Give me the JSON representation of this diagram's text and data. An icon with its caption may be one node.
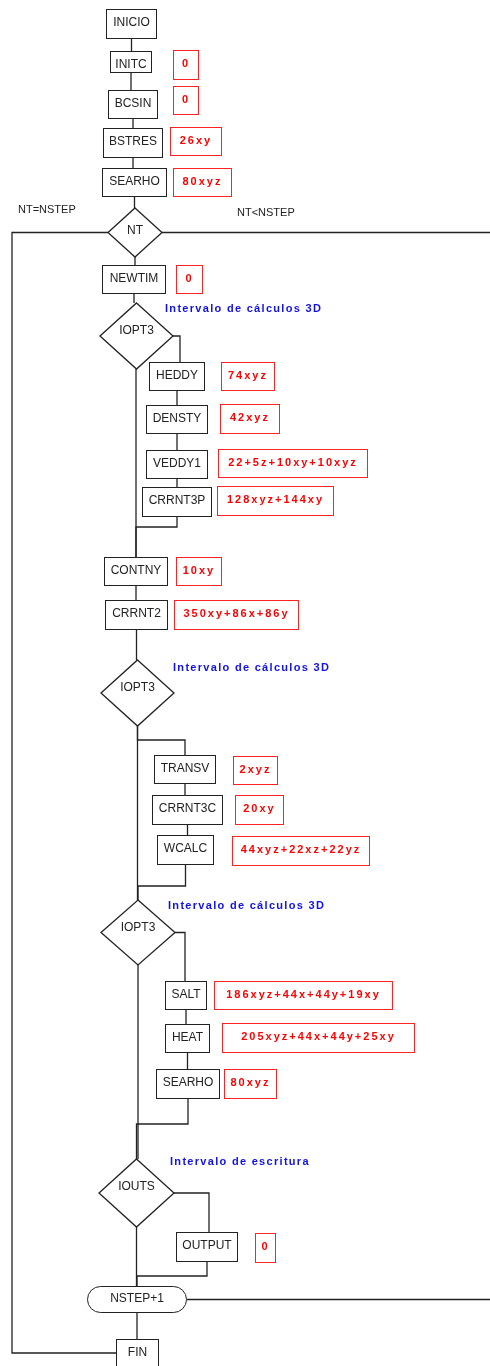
{
  "diagram": {
    "nodes": [
      {
        "text": [
          "INICIO"
        ]
      },
      {
        "text": [
          "INITC"
        ]
      },
      {
        "text": [
          "0"
        ]
      },
      {
        "text": [
          "BCSIN"
        ]
      },
      {
        "text": [
          "0"
        ]
      },
      {
        "text": [
          "BSTRES"
        ]
      },
      {
        "text": [
          "26xy"
        ]
      },
      {
        "text": [
          "SEARHO"
        ]
      },
      {
        "text": [
          "80xyz"
        ]
      },
      {
        "text": [
          "NT"
        ]
      },
      {
        "text": [
          "NEWTIM"
        ]
      },
      {
        "text": [
          "0"
        ]
      },
      {
        "text": [
          "IOPT3"
        ],
        "beside": [
          "Intervalo de cálculos 3D"
        ]
      },
      {
        "text": [
          "HEDDY"
        ]
      },
      {
        "text": [
          "74xyz"
        ]
      },
      {
        "text": [
          "DENSTY"
        ]
      },
      {
        "text": [
          "42xyz"
        ]
      },
      {
        "text": [
          "VEDDY1"
        ]
      },
      {
        "text": [
          "22+5z+10xy+10xyz"
        ]
      },
      {
        "text": [
          "CRRNT3P"
        ]
      },
      {
        "text": [
          "128xyz+144xy"
        ]
      },
      {
        "text": [
          "CONTNY"
        ]
      },
      {
        "text": [
          "10xy"
        ]
      },
      {
        "text": [
          "CRRNT2"
        ]
      },
      {
        "text": [
          "350xy+86x+86y"
        ]
      },
      {
        "text": [
          "IOPT3"
        ],
        "beside": [
          "Intervalo de cálculos 3D"
        ]
      },
      {
        "text": [
          "TRANSV"
        ]
      },
      {
        "text": [
          "2xyz"
        ]
      },
      {
        "text": [
          "CRRNT3C"
        ]
      },
      {
        "text": [
          "20xy"
        ]
      },
      {
        "text": [
          "WCALC"
        ]
      },
      {
        "text": [
          "44xyz+22xz+22yz"
        ]
      },
      {
        "text": [
          "IOPT3"
        ],
        "beside": [
          "Intervalo de cálculos 3D"
        ]
      },
      {
        "text": [
          "SALT"
        ]
      },
      {
        "text": [
          "186xyz+44x+44y+19xy"
        ]
      },
      {
        "text": [
          "HEAT"
        ]
      },
      {
        "text": [
          "205xyz+44x+44y+25xy"
        ]
      },
      {
        "text": [
          "SEARHO"
        ]
      },
      {
        "text": [
          "80xyz"
        ]
      },
      {
        "text": [
          "IOUTS"
        ],
        "beside": [
          "Intervalo de escritura"
        ]
      },
      {
        "text": [
          "OUTPUT"
        ]
      },
      {
        "text": [
          "0"
        ]
      },
      {
        "text": [
          "NSTEP+1"
        ]
      },
      {
        "text": [
          "FIN"
        ]
      }
    ],
    "edges": [
      {
        "from": 0,
        "to": 1,
        "arrow": "none"
      },
      {
        "from": 1,
        "to": 3,
        "arrow": "none"
      },
      {
        "from": 3,
        "to": 5,
        "arrow": "none"
      },
      {
        "from": 5,
        "to": 7,
        "arrow": "none"
      },
      {
        "from": 7,
        "to": 9,
        "arrow": "none"
      },
      {
        "from": 9,
        "to": 10,
        "arrow": "none"
      },
      {
        "from": 9,
        "to": 43,
        "arrow": "none",
        "label": "NT=NSTEP"
      },
      {
        "from": 9,
        "to": null,
        "arrow": "none",
        "label": "NT<NSTEP"
      },
      {
        "from": 10,
        "to": 12,
        "arrow": "none"
      },
      {
        "from": 12,
        "to": 13,
        "arrow": "none"
      },
      {
        "from": 13,
        "to": 15,
        "arrow": "none"
      },
      {
        "from": 15,
        "to": 17,
        "arrow": "none"
      },
      {
        "from": 17,
        "to": 19,
        "arrow": "none"
      },
      {
        "from": 19,
        "to": 21,
        "arrow": "none"
      },
      {
        "from": 12,
        "to": 21,
        "arrow": "none"
      },
      {
        "from": 21,
        "to": 23,
        "arrow": "none"
      },
      {
        "from": 23,
        "to": 25,
        "arrow": "none"
      },
      {
        "from": 25,
        "to": 26,
        "arrow": "none"
      },
      {
        "from": 25,
        "to": 32,
        "arrow": "none"
      },
      {
        "from": 26,
        "to": 28,
        "arrow": "none"
      },
      {
        "from": 28,
        "to": 30,
        "arrow": "none"
      },
      {
        "from": 30,
        "to": 32,
        "arrow": "none"
      },
      {
        "from": 32,
        "to": 33,
        "arrow": "none"
      },
      {
        "from": 32,
        "to": 39,
        "arrow": "none"
      },
      {
        "from": 33,
        "to": 35,
        "arrow": "none"
      },
      {
        "from": 35,
        "to": 37,
        "arrow": "none"
      },
      {
        "from": 37,
        "to": 39,
        "arrow": "none"
      },
      {
        "from": 39,
        "to": 40,
        "arrow": "none"
      },
      {
        "from": 39,
        "to": 42,
        "arrow": "none"
      },
      {
        "from": 40,
        "to": 42,
        "arrow": "none"
      },
      {
        "from": 42,
        "to": null,
        "arrow": "none"
      },
      {
        "from": 42,
        "to": 43,
        "arrow": "none"
      }
    ]
  }
}
